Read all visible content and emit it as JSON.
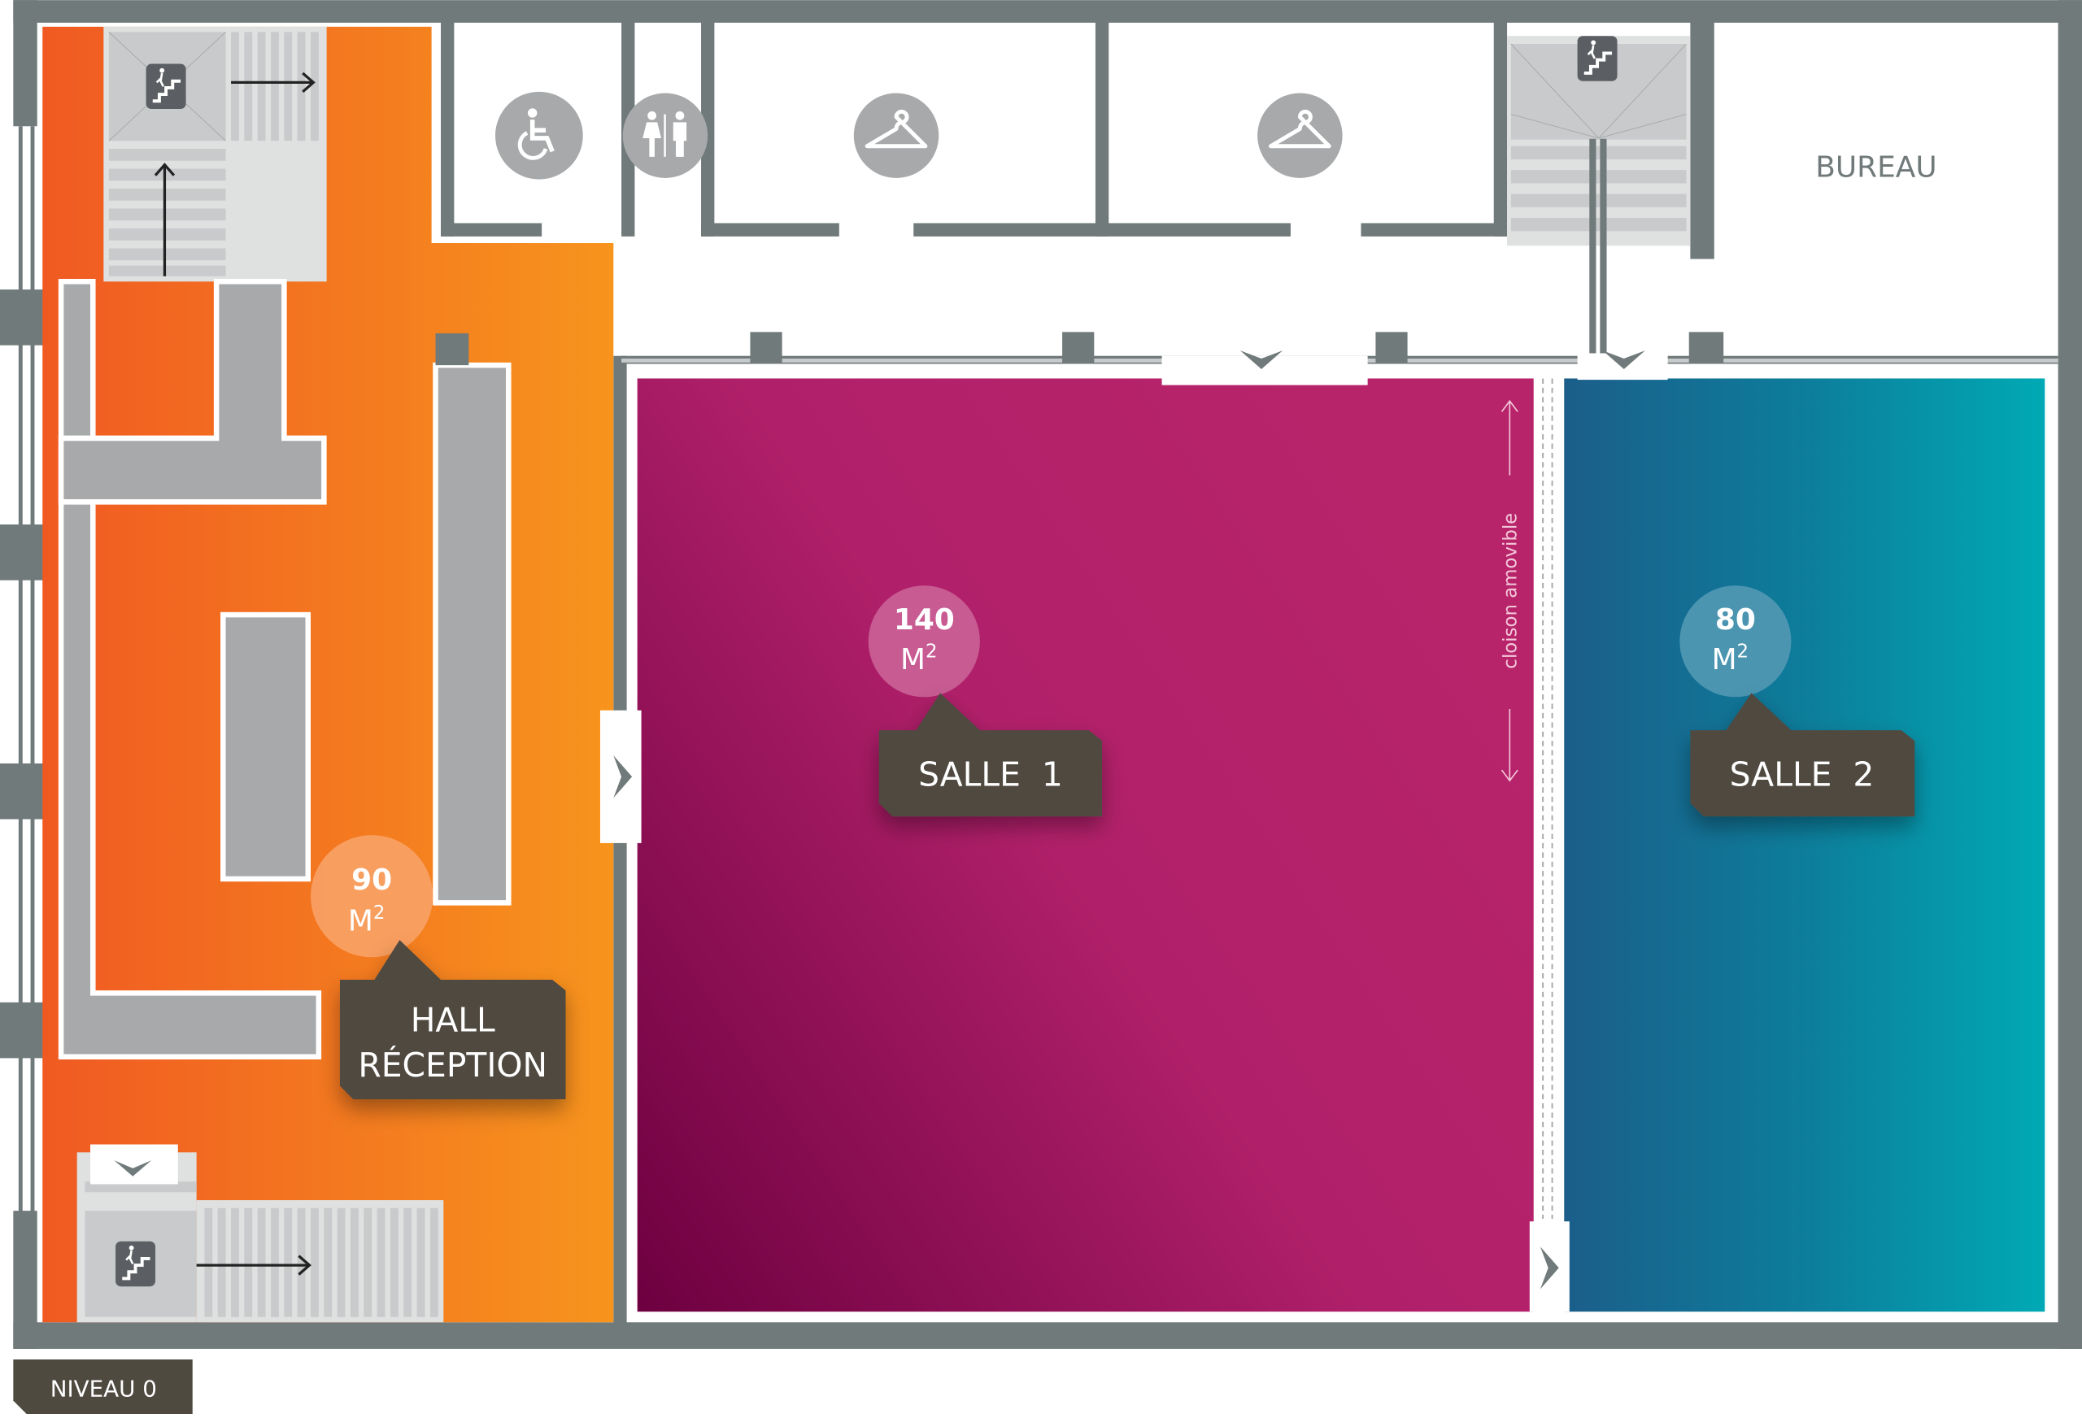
{
  "plan": {
    "level_label": "NIVEAU 0",
    "office_label": "BUREAU",
    "partition_label": "cloison amovible"
  },
  "rooms": [
    {
      "name": "HALL",
      "name_line2": "RÉCEPTION",
      "area_value": "90",
      "area_unit": "M",
      "area_exp": "2",
      "color_start": "#f05a22",
      "color_end": "#f7941d"
    },
    {
      "name": "SALLE  1",
      "area_value": "140",
      "area_unit": "M",
      "area_exp": "2",
      "color_start": "#6d0040",
      "color_end": "#b8246a"
    },
    {
      "name": "SALLE  2",
      "area_value": "80",
      "area_unit": "M",
      "area_exp": "2",
      "color_start": "#1b5e8a",
      "color_end": "#00a9b5"
    }
  ],
  "amenities": [
    {
      "icon": "wheelchair-icon"
    },
    {
      "icon": "restroom-icon"
    },
    {
      "icon": "coat-hanger-icon"
    },
    {
      "icon": "coat-hanger-icon"
    }
  ],
  "colors": {
    "wall": "#717a7a",
    "label_bg": "#4f4a40"
  }
}
